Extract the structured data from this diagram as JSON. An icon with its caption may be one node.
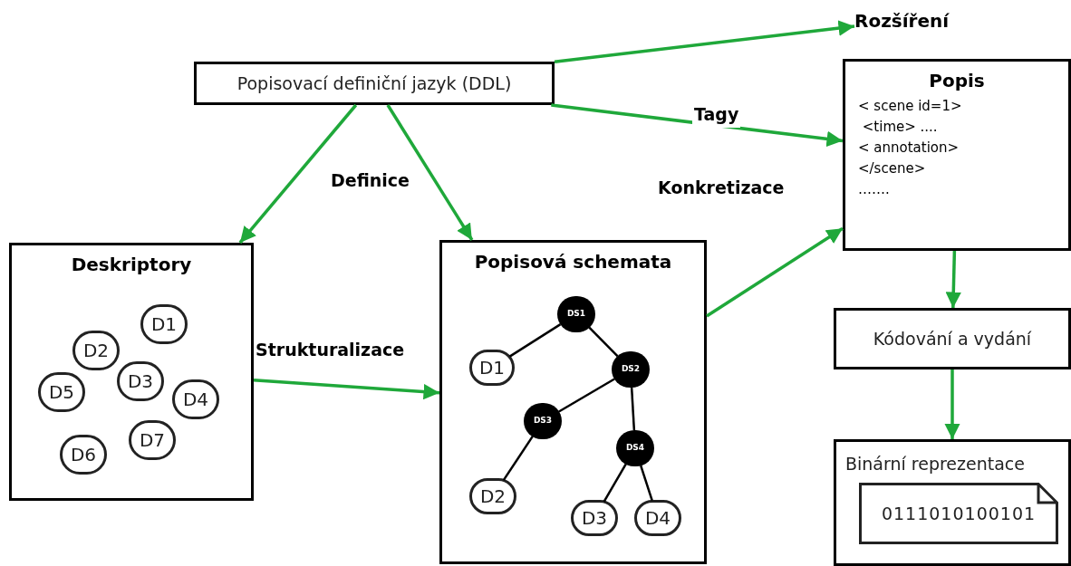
{
  "diagram": {
    "nodes": [
      {
        "text": [
          "Popisovací definiční jazyk (DDL)"
        ]
      },
      {
        "text": [
          "Rozšíření"
        ]
      },
      {
        "text": [
          "Popis",
          "< scene id=1>",
          " <time> ....",
          "< annotation>",
          "</scene>",
          "……."
        ]
      },
      {
        "text": [
          "Deskriptory"
        ]
      },
      {
        "text": [
          "D1"
        ],
        "in": 3
      },
      {
        "text": [
          "D2"
        ],
        "in": 3
      },
      {
        "text": [
          "D3"
        ],
        "in": 3
      },
      {
        "text": [
          "D4"
        ],
        "in": 3
      },
      {
        "text": [
          "D5"
        ],
        "in": 3
      },
      {
        "text": [
          "D6"
        ],
        "in": 3
      },
      {
        "text": [
          "D7"
        ],
        "in": 3
      },
      {
        "text": [
          "Popisová schemata"
        ]
      },
      {
        "text": [
          "DS1"
        ],
        "in": 11
      },
      {
        "text": [
          "D1"
        ],
        "in": 11
      },
      {
        "text": [
          "DS2"
        ],
        "in": 11
      },
      {
        "text": [
          "DS3"
        ],
        "in": 11
      },
      {
        "text": [
          "DS4"
        ],
        "in": 11
      },
      {
        "text": [
          "D2"
        ],
        "in": 11
      },
      {
        "text": [
          "D3"
        ],
        "in": 11
      },
      {
        "text": [
          "D4"
        ],
        "in": 11
      },
      {
        "text": [
          "Kódování a vydání"
        ]
      },
      {
        "text": [
          "Binární reprezentace"
        ]
      },
      {
        "text": [
          "0111010100101"
        ],
        "in": 21
      }
    ],
    "edges": [
      {
        "from": 0,
        "to": 1,
        "arrow": "to"
      },
      {
        "from": 0,
        "to": 2,
        "arrow": "to",
        "label": "Tagy"
      },
      {
        "from": 0,
        "to": 3,
        "arrow": "to"
      },
      {
        "from": 0,
        "to": 11,
        "arrow": "to"
      },
      {
        "from": 3,
        "to": 11,
        "arrow": "to",
        "label": "Strukturalizace"
      },
      {
        "from": 11,
        "to": 2,
        "arrow": "to",
        "label": "Konkretizace"
      },
      {
        "from": 2,
        "to": 20,
        "arrow": "to"
      },
      {
        "from": 20,
        "to": 21,
        "arrow": "to"
      },
      {
        "from": 12,
        "to": 13,
        "arrow": "none",
        "color": "#000000"
      },
      {
        "from": 12,
        "to": 14,
        "arrow": "none",
        "color": "#000000"
      },
      {
        "from": 14,
        "to": 15,
        "arrow": "none",
        "color": "#000000"
      },
      {
        "from": 14,
        "to": 16,
        "arrow": "none",
        "color": "#000000"
      },
      {
        "from": 15,
        "to": 17,
        "arrow": "none",
        "color": "#000000"
      },
      {
        "from": 16,
        "to": 18,
        "arrow": "none",
        "color": "#000000"
      },
      {
        "from": 16,
        "to": 19,
        "arrow": "none",
        "color": "#000000"
      }
    ],
    "labels": [
      "Definice"
    ]
  }
}
